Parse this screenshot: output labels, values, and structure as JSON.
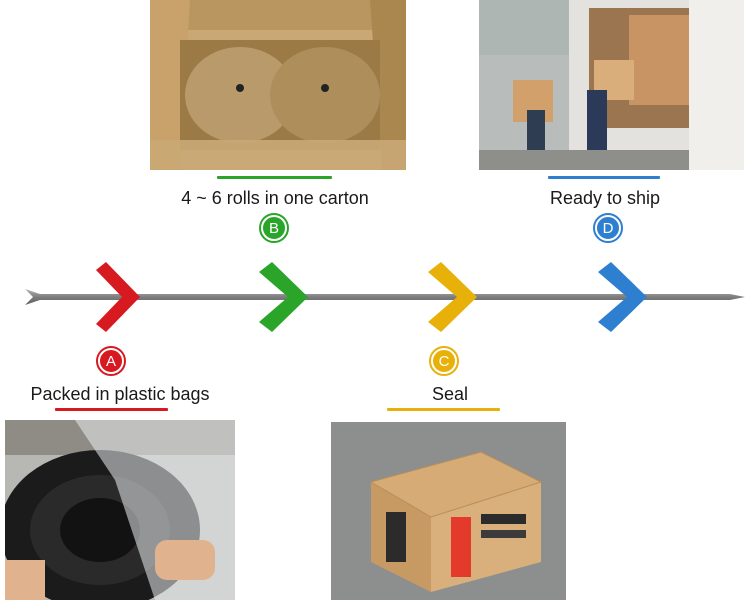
{
  "steps": [
    {
      "letter": "A",
      "label": "Packed in plastic bags",
      "color": "#d71920"
    },
    {
      "letter": "B",
      "label": "4 ~ 6 rolls in one carton",
      "color": "#2aa52a"
    },
    {
      "letter": "C",
      "label": "Seal",
      "color": "#e8b10a"
    },
    {
      "letter": "D",
      "label": "Ready to ship",
      "color": "#2f7fd0"
    }
  ],
  "timeline": {
    "bar_color": "#8a8a8a"
  },
  "photos": {
    "a": "photo of black cable roll wrapped in a plastic bag",
    "b": "photo of open carton with rolls wrapped in kraft paper",
    "c": "photo of a sealed cardboard shipping box",
    "d": "photo of workers loading boxes into a truck"
  }
}
